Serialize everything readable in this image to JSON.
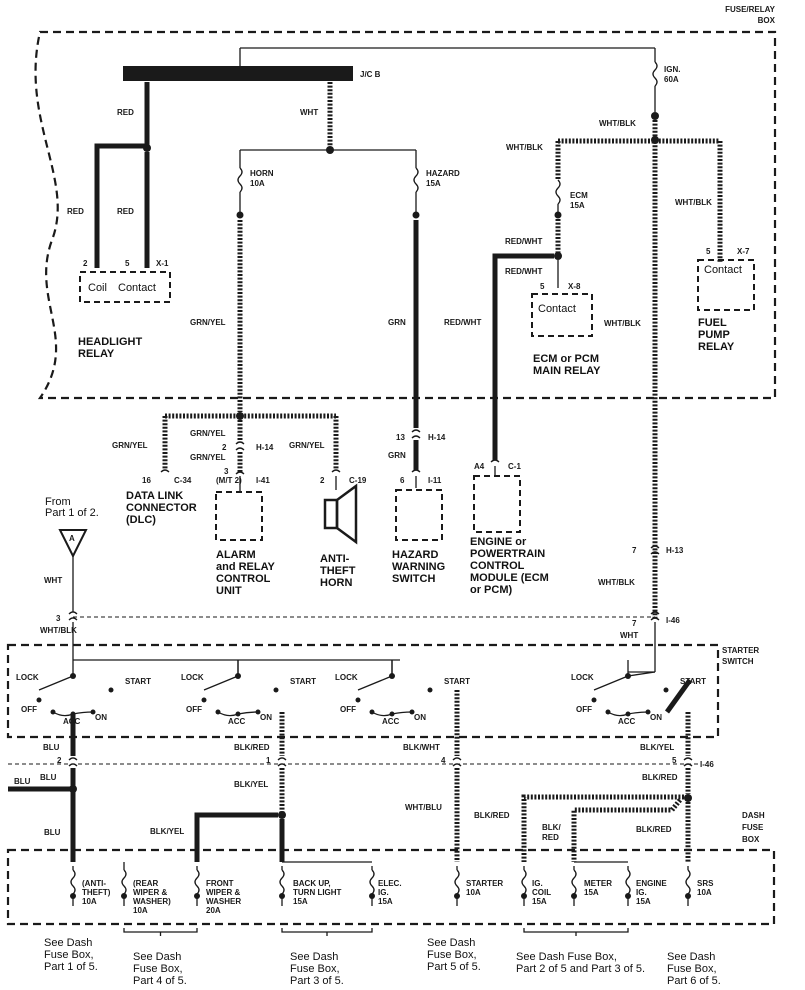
{
  "fuse_relay_box": {
    "line1": "FUSE/RELAY",
    "line2": "BOX"
  },
  "jcb": {
    "label": "J/C B"
  },
  "ign_fuse": {
    "line1": "IGN.",
    "line2": "60A"
  },
  "horn_fuse": {
    "line1": "HORN",
    "line2": "10A"
  },
  "hazard_fuse": {
    "line1": "HAZARD",
    "line2": "15A"
  },
  "ecm_fuse": {
    "line1": "ECM",
    "line2": "15A"
  },
  "wires": {
    "red": "RED",
    "wht": "WHT",
    "wht_blk": "WHT/BLK",
    "red_wht": "RED/WHT",
    "grn_yel": "GRN/YEL",
    "grn": "GRN",
    "blu": "BLU",
    "blk_red": "BLK/RED",
    "blk_yel": "BLK/YEL",
    "blk_wht": "BLK/WHT",
    "wht_blu": "WHT/BLU",
    "blk_red_stack": "BLK/\nRED"
  },
  "headlight_relay": {
    "pin2": "2",
    "pin5": "5",
    "conn": "X-1",
    "coil": "Coil",
    "contact": "Contact",
    "name1": "HEADLIGHT",
    "name2": "RELAY"
  },
  "ecm_relay": {
    "pin5": "5",
    "conn": "X-8",
    "contact": "Contact",
    "name1": "ECM or PCM",
    "name2": "MAIN RELAY"
  },
  "fuel_pump_relay": {
    "pin5": "5",
    "conn": "X-7",
    "contact": "Contact",
    "name1": "FUEL",
    "name2": "PUMP",
    "name3": "RELAY"
  },
  "dlc": {
    "pin": "16",
    "conn": "C-34",
    "name1": "DATA LINK",
    "name2": "CONNECTOR",
    "name3": "(DLC)"
  },
  "alarm": {
    "pin2": "2",
    "conn_h14": "H-14",
    "pin3": "3",
    "mt2": "(M/T 2)",
    "conn": "I-41",
    "name1": "ALARM",
    "name2": "and RELAY",
    "name3": "CONTROL",
    "name4": "UNIT"
  },
  "horn": {
    "pin": "2",
    "conn": "C-19",
    "name1": "ANTI-",
    "name2": "THEFT",
    "name3": "HORN"
  },
  "hazard_switch": {
    "pin13": "13",
    "conn_h14": "H-14",
    "pin6": "6",
    "conn": "I-11",
    "name1": "HAZARD",
    "name2": "WARNING",
    "name3": "SWITCH"
  },
  "ecm": {
    "pin": "A4",
    "conn": "C-1",
    "name1": "ENGINE or",
    "name2": "POWERTRAIN",
    "name3": "CONTROL",
    "name4": "MODULE (ECM",
    "name5": "or PCM)"
  },
  "connectors": {
    "p7a": "7",
    "h13": "H-13",
    "p7b": "7",
    "i46": "I-46",
    "p3": "3",
    "p2": "2",
    "p1": "1",
    "p4": "4",
    "p5": "5",
    "i46b": "I-46"
  },
  "from_part": {
    "line1": "From",
    "line2": "Part 1 of 2.",
    "ref": "A"
  },
  "starter_switch": {
    "line1": "STARTER",
    "line2": "SWITCH",
    "lock": "LOCK",
    "off": "OFF",
    "acc": "ACC",
    "on": "ON",
    "start": "START"
  },
  "dash_fuse_box": {
    "line1": "DASH",
    "line2": "FUSE",
    "line3": "BOX"
  },
  "dash_fuses": [
    {
      "l1": "(ANTI-",
      "l2": "THEFT)",
      "l3": "10A"
    },
    {
      "l1": "(REAR",
      "l2": "WIPER &",
      "l3": "WASHER)",
      "l4": "10A"
    },
    {
      "l1": "FRONT",
      "l2": "WIPER &",
      "l3": "WASHER",
      "l4": "20A"
    },
    {
      "l1": "BACK UP,",
      "l2": "TURN LIGHT",
      "l3": "15A"
    },
    {
      "l1": "ELEC.",
      "l2": "IG.",
      "l3": "15A"
    },
    {
      "l1": "STARTER",
      "l2": "10A"
    },
    {
      "l1": "IG.",
      "l2": "COIL",
      "l3": "15A"
    },
    {
      "l1": "METER",
      "l2": "15A"
    },
    {
      "l1": "ENGINE",
      "l2": "IG.",
      "l3": "15A"
    },
    {
      "l1": "SRS",
      "l2": "10A"
    }
  ],
  "notes": [
    {
      "l1": "See Dash",
      "l2": "Fuse Box,",
      "l3": "Part 1 of 5."
    },
    {
      "l1": "See Dash",
      "l2": "Fuse Box,",
      "l3": "Part 4 of 5."
    },
    {
      "l1": "See Dash",
      "l2": "Fuse Box,",
      "l3": "Part 3 of 5."
    },
    {
      "l1": "See Dash",
      "l2": "Fuse Box,",
      "l3": "Part 5 of 5."
    },
    {
      "l1": "See Dash Fuse Box,",
      "l2": "Part 2 of 5 and Part 3 of 5."
    },
    {
      "l1": "See Dash",
      "l2": "Fuse Box,",
      "l3": "Part 6 of 5."
    }
  ]
}
